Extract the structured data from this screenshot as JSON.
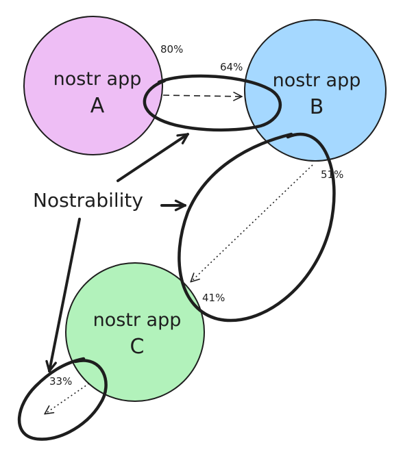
{
  "apps": [
    {
      "id": "A",
      "title": "nostr app",
      "letter": "A",
      "color": "#eebef5"
    },
    {
      "id": "B",
      "title": "nostr app",
      "letter": "B",
      "color": "#a5d8ff"
    },
    {
      "id": "C",
      "title": "nostr app",
      "letter": "C",
      "color": "#b2f2bb"
    }
  ],
  "percentages": {
    "a_share": "80%",
    "b_share_from_a": "64%",
    "b_share_to_c": "51%",
    "c_share_from_b": "41%",
    "c_share_outward": "33%"
  },
  "concept_label": "Nostrability",
  "colors": {
    "stroke": "#1e1e1e",
    "app_a": "#eebef5",
    "app_b": "#a5d8ff",
    "app_c": "#b2f2bb"
  }
}
